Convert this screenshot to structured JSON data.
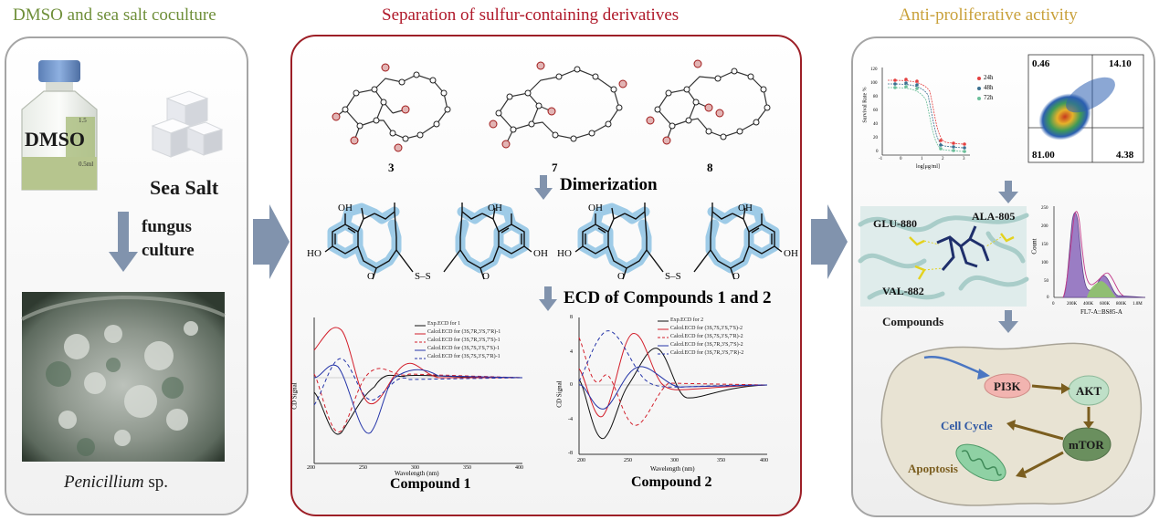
{
  "titles": {
    "left": "DMSO and sea salt coculture",
    "middle": "Separation of sulfur-containing derivatives",
    "right": "Anti-proliferative activity"
  },
  "left_panel": {
    "bottle_label": "DMSO",
    "bottle_mark_top": "1.5",
    "bottle_mark_bottom": "0.5ml",
    "salt_label": "Sea Salt",
    "process_line1": "fungus",
    "process_line2": "culture",
    "organism_italic": "Penicillium",
    "organism_suffix": " sp."
  },
  "middle_panel": {
    "crystal_labels": [
      "3",
      "7",
      "8"
    ],
    "step1": "Dimerization",
    "disulfide": "S–S",
    "oh_label": "OH",
    "ho_label": "HO",
    "ketone_o": "O",
    "step2": "ECD of Compounds 1 and 2",
    "ecd1": {
      "legend": [
        "Exp.ECD for 1",
        "Calcd.ECD for (3S,7R,3′S,7′R)-1",
        "Calcd.ECD for (3S,7R,3′S,7′S)-1",
        "Calcd.ECD for (3S,7S,3′S,7′S)-1",
        "Calcd.ECD for (3S,7S,3′S,7′R)-1"
      ],
      "ylabel": "CD Signal",
      "xlabel": "Wavelength (nm)",
      "xticks": [
        "200",
        "250",
        "300",
        "350",
        "400"
      ],
      "caption": "Compound 1"
    },
    "ecd2": {
      "legend": [
        "Exp.ECD for 2",
        "Calcd.ECD for (3S,7S,3′S,7′S)-2",
        "Calcd.ECD for (3S,7S,3′S,7′R)-2",
        "Calcd.ECD for (3S,7R,3′S,7′S)-2",
        "Calcd.ECD for (3S,7R,3′S,7′R)-2"
      ],
      "ylabel": "CD Signal",
      "xlabel": "Wavelength (nm)",
      "xticks": [
        "200",
        "250",
        "300",
        "350",
        "400"
      ],
      "yticks": [
        "8",
        "4",
        "0",
        "-4",
        "-8"
      ],
      "caption": "Compound 2"
    }
  },
  "right_panel": {
    "viability": {
      "ylabel": "Survival Rate %",
      "xlabel": "log[μg/ml]",
      "legend": [
        "24h",
        "48h",
        "72h"
      ],
      "yticks": [
        "120",
        "100",
        "80",
        "60",
        "40",
        "20",
        "0"
      ],
      "xticks": [
        "-1",
        "0",
        "1",
        "2",
        "3"
      ]
    },
    "flow": {
      "q_tl": "0.46",
      "q_tr": "14.10",
      "q_bl": "81.00",
      "q_br": "4.38"
    },
    "docking": {
      "res1": "GLU-880",
      "res2": "ALA-805",
      "res3": "VAL-882"
    },
    "histogram": {
      "ylabel": "Count",
      "xlabel": "FL7-A::BS85-A",
      "yticks": [
        "250",
        "200",
        "150",
        "100",
        "50",
        "0"
      ],
      "xticks": [
        "0",
        "200K",
        "400K",
        "600K",
        "800K",
        "1.0M"
      ]
    },
    "pathway": {
      "compounds": "Compounds",
      "pi3k": "PI3K",
      "akt": "AKT",
      "mtor": "mTOR",
      "cell_cycle": "Cell Cycle",
      "apoptosis": "Apoptosis"
    }
  },
  "colors": {
    "title_left": "#6f8f3a",
    "title_middle": "#b0192a",
    "title_right": "#c9a13b",
    "arrow": "#8193ad",
    "highlight": "#8ec3e4",
    "ecd_black": "#111111",
    "ecd_red": "#d31f2b",
    "ecd_blue": "#2434a8"
  }
}
